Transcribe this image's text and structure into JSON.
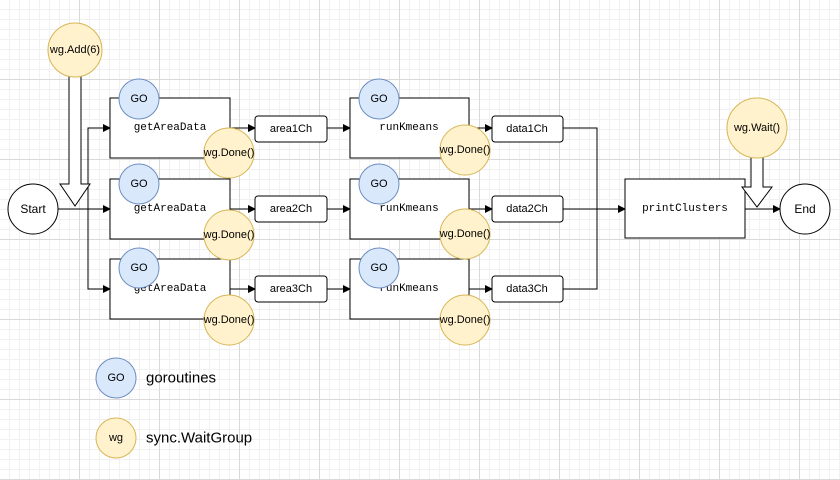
{
  "nodes": {
    "start": "Start",
    "end": "End",
    "print_clusters": "printClusters",
    "get_area_data": [
      "getAreaData",
      "getAreaData",
      "getAreaData"
    ],
    "area_channels": [
      "area1Ch",
      "area2Ch",
      "area3Ch"
    ],
    "run_kmeans": [
      "runKmeans",
      "runKmeans",
      "runKmeans"
    ],
    "data_channels": [
      "data1Ch",
      "data2Ch",
      "data3Ch"
    ],
    "go_badge": "GO",
    "wg_done": "wg.Done()",
    "wg_add": "wg.Add(6)",
    "wg_wait": "wg.Wait()"
  },
  "legend": {
    "go_symbol": "GO",
    "go_label": "goroutines",
    "wg_symbol": "wg",
    "wg_label": "sync.WaitGroup"
  },
  "colors": {
    "goroutine_fill": "#dae8fc",
    "goroutine_stroke": "#6c8ebf",
    "waitgroup_fill": "#fff2cc",
    "waitgroup_stroke": "#d6b656"
  }
}
